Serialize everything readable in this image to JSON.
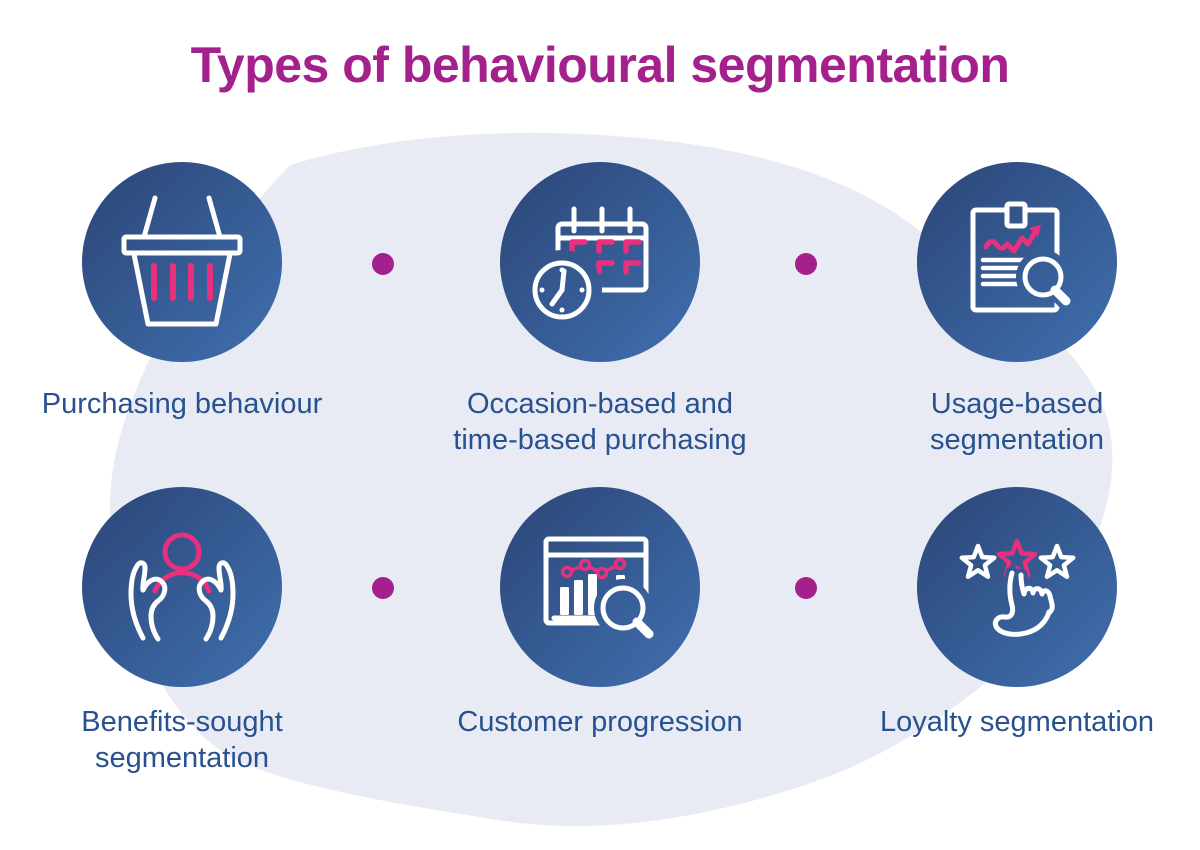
{
  "title": "Types of behavioural segmentation",
  "items": [
    {
      "label": "Purchasing behaviour",
      "icon": "shopping-basket-icon"
    },
    {
      "label": "Occasion-based and time-based purchasing",
      "icon": "calendar-clock-icon"
    },
    {
      "label": "Usage-based segmentation",
      "icon": "report-magnifier-icon"
    },
    {
      "label": "Benefits-sought segmentation",
      "icon": "hands-holding-person-icon"
    },
    {
      "label": "Customer progression",
      "icon": "chart-magnifier-icon"
    },
    {
      "label": "Loyalty segmentation",
      "icon": "star-rating-tap-icon"
    }
  ],
  "colors": {
    "title_magenta": "#A3208D",
    "dot_magenta": "#A3208D",
    "icon_pink": "#E8307E",
    "label_blue": "#27528F",
    "circle_gradient_start": "#2B4577",
    "circle_gradient_end": "#4070AF",
    "blob_lavender": "#E9EBF4",
    "background": "#FFFFFF"
  }
}
